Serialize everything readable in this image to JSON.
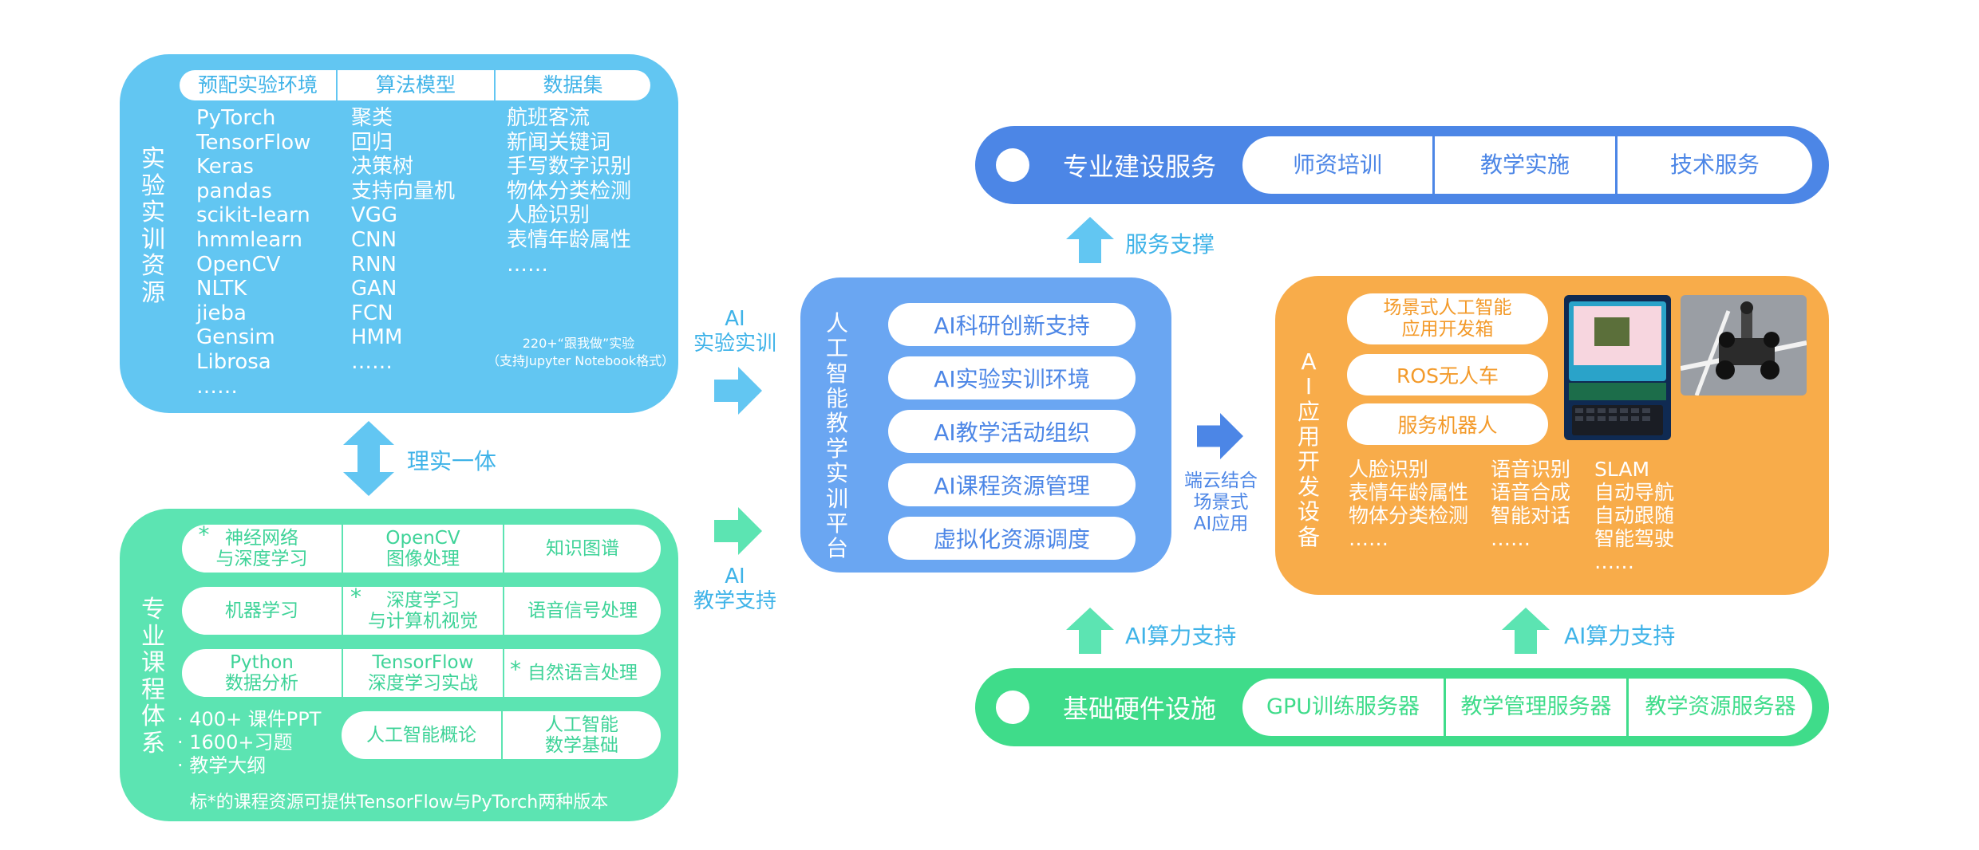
{
  "colors": {
    "blue": "#62c6f2",
    "green": "#5ce4b2",
    "mid": "#6aa6f2",
    "orange": "#f8ac4a",
    "bluebar": "#4c86e6",
    "greenbar": "#3fdc8a"
  },
  "resources": {
    "title": "实验实训资源",
    "headers": [
      "预配实验环境",
      "算法模型",
      "数据集"
    ],
    "col1": [
      "PyTorch",
      "TensorFlow",
      "Keras",
      "pandas",
      "scikit-learn",
      "hmmlearn",
      "OpenCV",
      "NLTK",
      "jieba",
      "Gensim",
      "Librosa",
      "……"
    ],
    "col2": [
      "聚类",
      "回归",
      "决策树",
      "支持向量机",
      "VGG",
      "CNN",
      "RNN",
      "GAN",
      "FCN",
      "HMM",
      "……"
    ],
    "col3": [
      "航班客流",
      "新闻关键词",
      "手写数字识别",
      "物体分类检测",
      "人脸识别",
      "表情年龄属性",
      "……"
    ],
    "note1": "220+“跟我做”实验",
    "note2": "（支持Jupyter Notebook格式）"
  },
  "link_label": "理实一体",
  "courses": {
    "title": "专业课程体系",
    "row1": [
      "神经网络\n与深度学习",
      "OpenCV\n图像处理",
      "知识图谱"
    ],
    "row2": [
      "机器学习",
      "深度学习\n与计算机视觉",
      "语音信号处理"
    ],
    "row3": [
      "Python\n数据分析",
      "TensorFlow\n深度学习实战",
      "自然语言处理"
    ],
    "extras": [
      "· 400+ 课件PPT",
      "· 1600+习题",
      "· 教学大纲"
    ],
    "row4": [
      "人工智能概论",
      "人工智能\n数学基础"
    ],
    "footer": "标*的课程资源可提供TensorFlow与PyTorch两种版本"
  },
  "arrow_labels": {
    "top": "AI\n实验实训",
    "bottom": "AI\n教学支持",
    "service": "服务支撑",
    "scene": "端云结合\n场景式\nAI应用",
    "compute1": "AI算力支持",
    "compute2": "AI算力支持"
  },
  "platform": {
    "title": "人工智能教学实训平台",
    "items": [
      "AI科研创新支持",
      "AI实验实训环境",
      "AI教学活动组织",
      "AI课程资源管理",
      "虚拟化资源调度"
    ]
  },
  "major": {
    "title": "专业建设服务",
    "items": [
      "师资培训",
      "教学实施",
      "技术服务"
    ]
  },
  "devices": {
    "title": "AI应用开发设备",
    "pills": [
      "场景式人工智能\n应用开发箱",
      "ROS无人车",
      "服务机器人"
    ],
    "col1": [
      "人脸识别",
      "表情年龄属性",
      "物体分类检测",
      "……"
    ],
    "col2": [
      "语音识别",
      "语音合成",
      "智能对话",
      "……"
    ],
    "col3": [
      "SLAM",
      "自动导航",
      "自动跟随",
      "智能驾驶",
      "……"
    ]
  },
  "hardware": {
    "title": "基础硬件设施",
    "items": [
      "GPU训练服务器",
      "教学管理服务器",
      "教学资源服务器"
    ]
  }
}
